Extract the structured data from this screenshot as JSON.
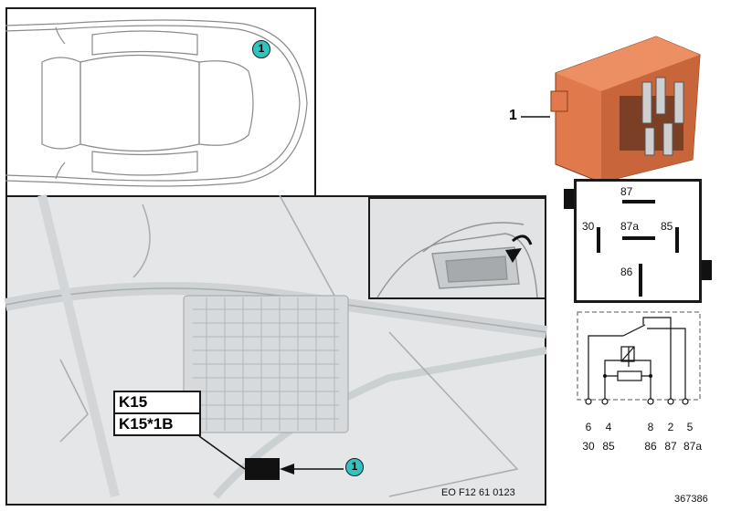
{
  "location": {
    "callout_number": "1",
    "labels": [
      "K15",
      "K15*1B"
    ],
    "reference": "EO F12 61 0123"
  },
  "part": {
    "callout_label": "1"
  },
  "pin_diagram": {
    "pins": [
      "87",
      "30",
      "87a",
      "85",
      "86"
    ]
  },
  "schematic": {
    "terminal_numbers": [
      "6",
      "4",
      "8",
      "2",
      "5"
    ],
    "terminal_names": [
      "30",
      "85",
      "86",
      "87",
      "87a"
    ]
  },
  "footer": {
    "diagram_id": "367386"
  },
  "colors": {
    "callout": "#2fc4c0",
    "relay_body": "#e07a4d"
  }
}
